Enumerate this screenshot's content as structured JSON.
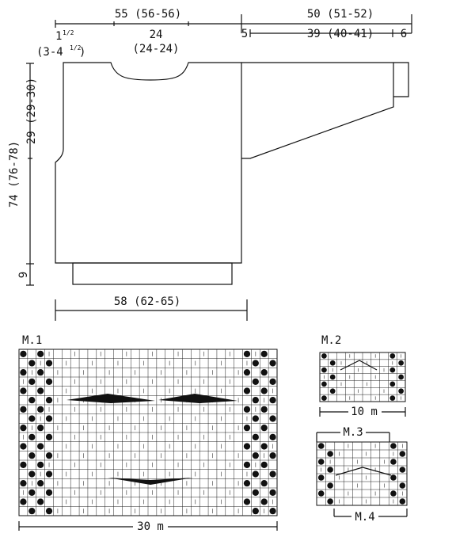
{
  "schematic": {
    "top_left_width": "55 (56-56)",
    "top_right_width": "50 (51-52)",
    "shoulder_label_top": "1",
    "shoulder_label_frac": "1/2",
    "shoulder_label_sizes": "(3-4",
    "shoulder_label_sizes_end": ")",
    "neck_width": "24",
    "neck_width_sizes": "(24-24)",
    "sleeve_gap": "5",
    "sleeve_length": "39 (40-41)",
    "sleeve_cuff": "6",
    "total_length": "74 (76-78)",
    "armhole_depth": "29 (29-30)",
    "rib_height": "9",
    "body_width": "58 (62-65)"
  },
  "charts": {
    "m1": {
      "title": "M.1",
      "width_label": "30 m",
      "cols": 30,
      "rows": 18
    },
    "m2": {
      "title": "M.2",
      "width_label": "10 m",
      "cols": 10,
      "rows": 7
    },
    "m3": {
      "title": "M.3"
    },
    "m4": {
      "title": "M.4"
    },
    "m34": {
      "cols": 10,
      "rows": 8
    }
  }
}
